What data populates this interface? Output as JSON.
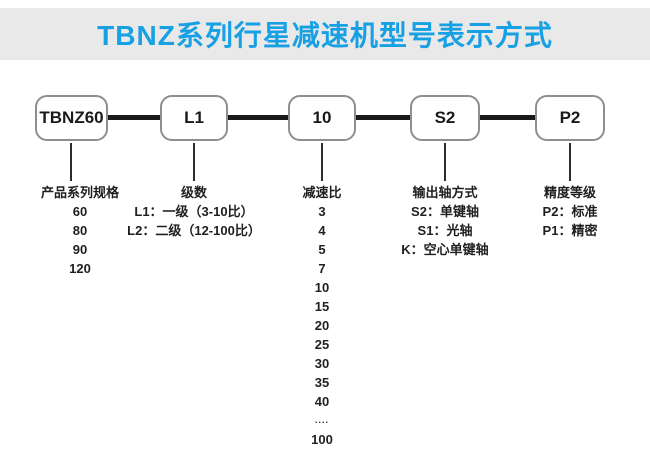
{
  "header": {
    "title": "TBNZ系列行星减速机型号表示方式",
    "title_color": "#18a0e4",
    "strip_bg": "#e9e9e9"
  },
  "columns": [
    {
      "code": "TBNZ60",
      "label": "产品系列规格",
      "items": [
        "60",
        "80",
        "90",
        "120"
      ]
    },
    {
      "code": "L1",
      "label": "级数",
      "items": [
        "L1：一级（3-10比）",
        "L2：二级（12-100比）"
      ]
    },
    {
      "code": "10",
      "label": "减速比",
      "items": [
        "3",
        "4",
        "5",
        "7",
        "10",
        "15",
        "20",
        "25",
        "30",
        "35",
        "40",
        "....",
        "100"
      ]
    },
    {
      "code": "S2",
      "label": "输出轴方式",
      "items": [
        "S2：单键轴",
        "S1：光轴",
        "K：空心单键轴"
      ]
    },
    {
      "code": "P2",
      "label": "精度等级",
      "items": [
        "P2：标准",
        "P1：精密"
      ]
    }
  ]
}
